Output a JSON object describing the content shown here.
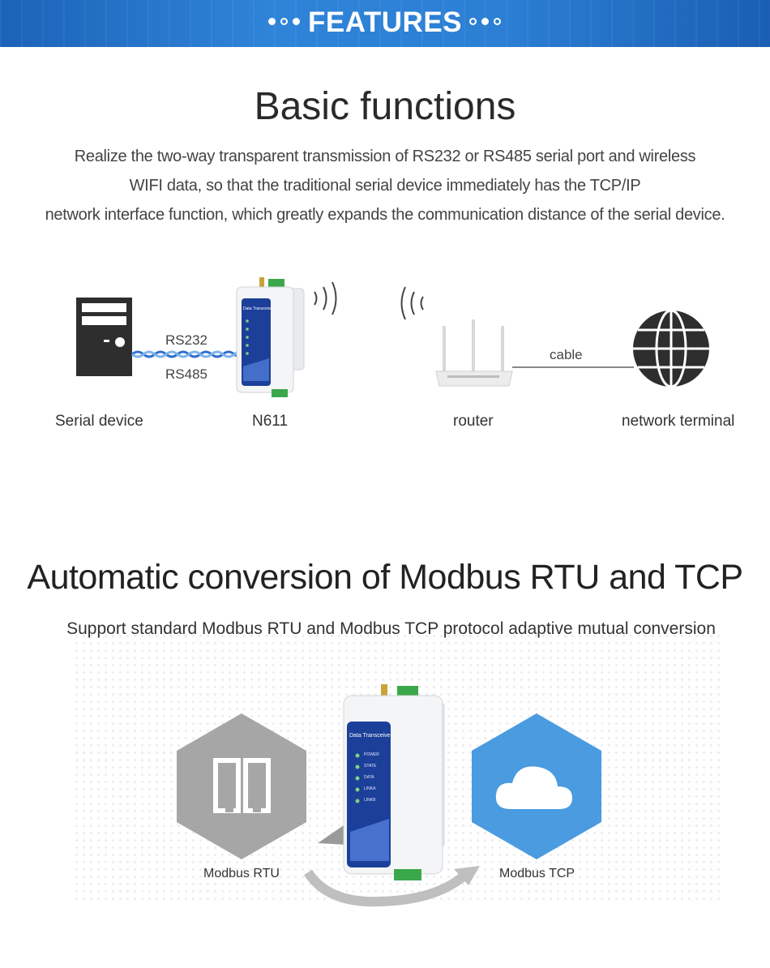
{
  "banner": {
    "title": "FEATURES"
  },
  "basic": {
    "title": "Basic functions",
    "description": [
      "Realize the two-way transparent transmission of RS232 or RS485 serial port and wireless",
      "WIFI data, so that the traditional serial device immediately has the TCP/IP",
      "network interface function, which greatly expands the communication distance of the serial device."
    ],
    "diagram": {
      "serial_label": "Serial device",
      "device_label": "N611",
      "router_label": "router",
      "terminal_label": "network terminal",
      "rs232": "RS232",
      "rs485": "RS485",
      "cable": "cable",
      "device_screen_title": "Data Transceiver"
    }
  },
  "modbus": {
    "title": "Automatic conversion of Modbus RTU and TCP",
    "subtitle": "Support standard Modbus RTU and Modbus TCP protocol adaptive mutual conversion",
    "rtu_label": "Modbus RTU",
    "tcp_label": "Modbus TCP",
    "device_screen_title": "Data Transceiver",
    "led_labels": [
      "POWER",
      "STATE",
      "DATA",
      "LINKA",
      "LINKB"
    ]
  },
  "colors": {
    "banner": "#2b7fd4",
    "tcp_hex": "#4a9be0",
    "rtu_hex": "#a8a8a8",
    "device_panel": "#1c3f9a"
  }
}
